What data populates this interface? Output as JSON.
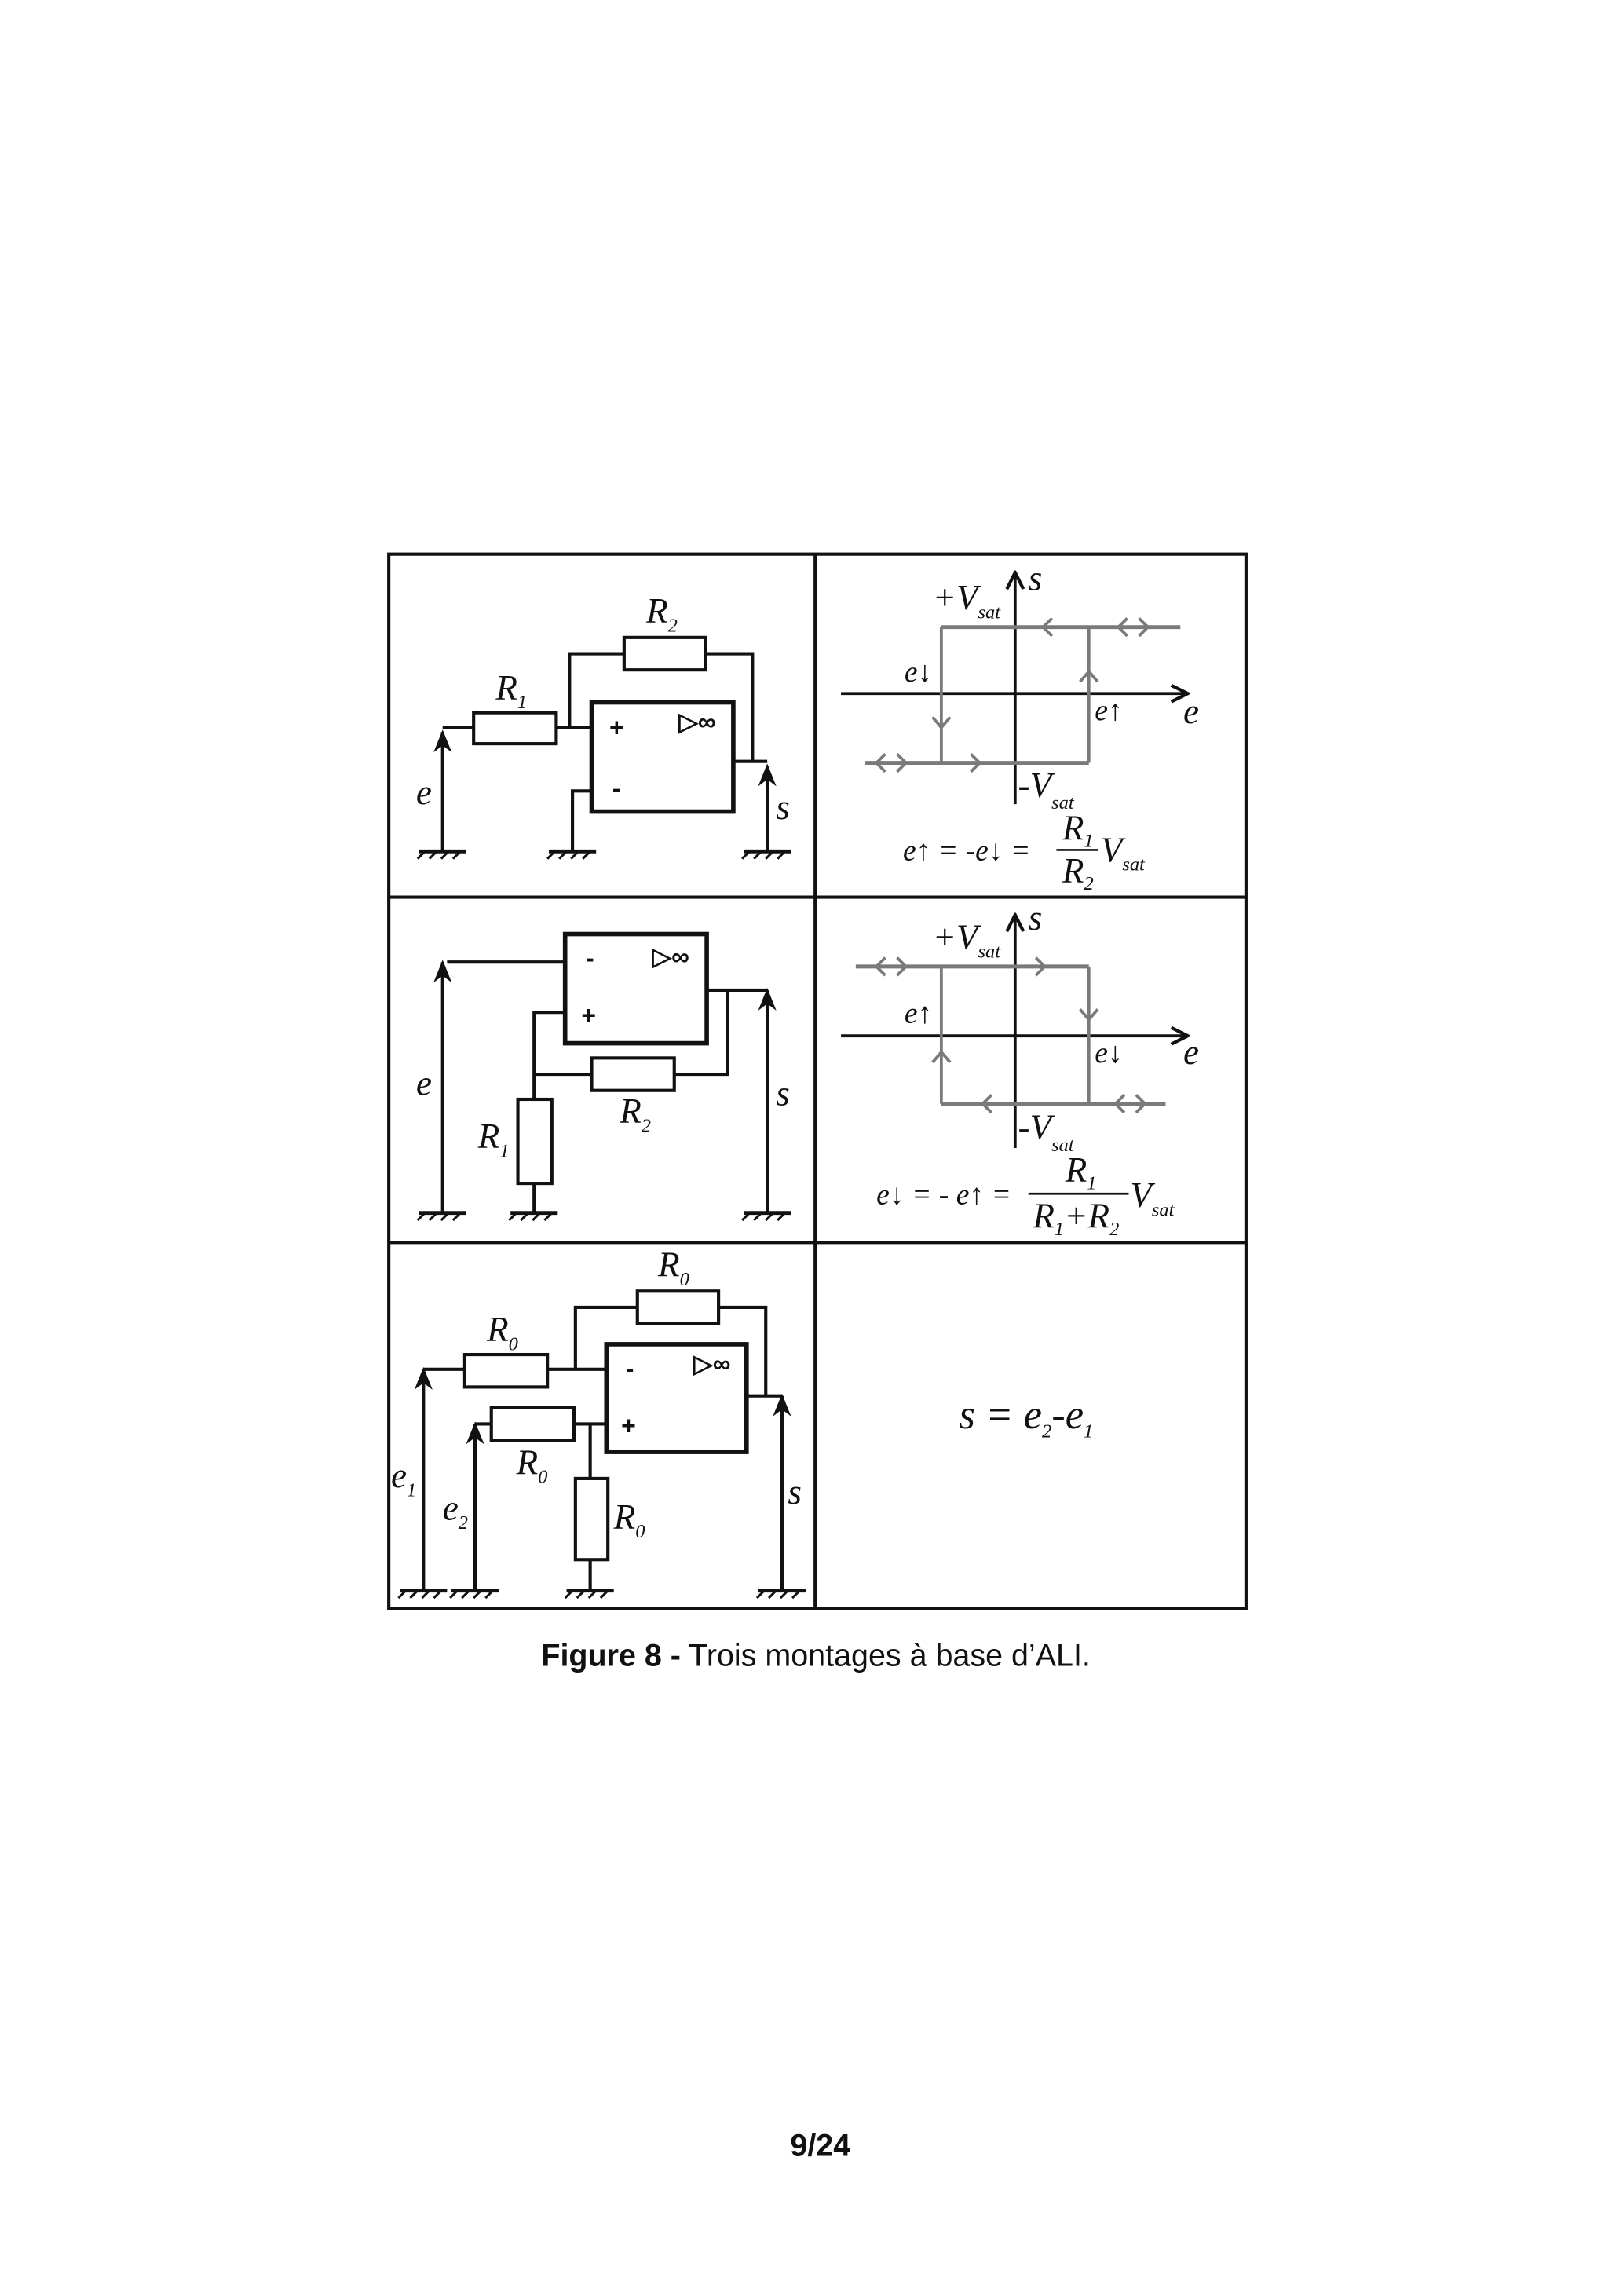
{
  "figure": {
    "caption_bold": "Figure 8 -",
    "caption_text": " Trois montages à base d’ALI.",
    "page_number": "9/24"
  },
  "circuit1": {
    "R1": {
      "base": "R",
      "sub": "1"
    },
    "R2": {
      "base": "R",
      "sub": "2"
    },
    "input": "e",
    "output": "s",
    "plus": "+",
    "minus": "-",
    "opamp_symbol": "▷∞"
  },
  "graph1": {
    "y_axis": "s",
    "x_axis": "e",
    "vsat_pos": {
      "base": "+V",
      "sub": "sat"
    },
    "vsat_neg": {
      "base": "-V",
      "sub": "sat"
    },
    "threshold_down": "e↓",
    "threshold_up": "e↑",
    "formula": {
      "lhs": "e↑ = -e↓ = ",
      "num": {
        "base": "R",
        "sub": "1"
      },
      "den": {
        "base": "R",
        "sub": "2"
      },
      "factor": {
        "base": "V",
        "sub": "sat"
      }
    }
  },
  "circuit2": {
    "R1": {
      "base": "R",
      "sub": "1"
    },
    "R2": {
      "base": "R",
      "sub": "2"
    },
    "input": "e",
    "output": "s",
    "plus": "+",
    "minus": "-",
    "opamp_symbol": "▷∞"
  },
  "graph2": {
    "y_axis": "s",
    "x_axis": "e",
    "vsat_pos": {
      "base": "+V",
      "sub": "sat"
    },
    "vsat_neg": {
      "base": "-V",
      "sub": "sat"
    },
    "threshold_up": "e↑",
    "threshold_down": "e↓",
    "formula": {
      "lhs": "e↓ = - e↑ = ",
      "num": {
        "base": "R",
        "sub": "1"
      },
      "den": {
        "a": "R",
        "a_sub": "1",
        "plus": "+",
        "b": "R",
        "b_sub": "2"
      },
      "factor": {
        "base": "V",
        "sub": "sat"
      }
    }
  },
  "circuit3": {
    "R0": {
      "base": "R",
      "sub": "0"
    },
    "input1": {
      "base": "e",
      "sub": "1"
    },
    "input2": {
      "base": "e",
      "sub": "2"
    },
    "output": "s",
    "plus": "+",
    "minus": "-",
    "opamp_symbol": "▷∞"
  },
  "result": {
    "s": "s = e",
    "sub2": "2",
    "minus": "-e",
    "sub1": "1"
  }
}
